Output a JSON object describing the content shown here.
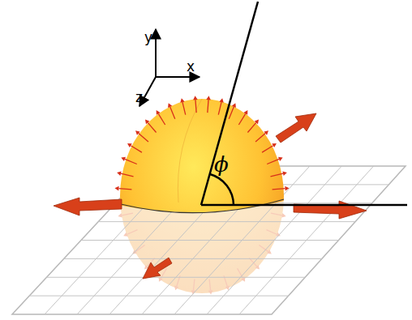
{
  "diagram": {
    "labels": [
      "y",
      "x",
      "z",
      "ϕ"
    ]
  }
}
